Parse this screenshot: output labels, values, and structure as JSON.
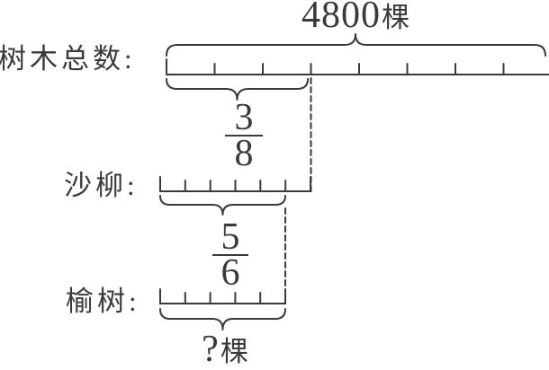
{
  "diagram": {
    "type": "tape-diagram",
    "background_color": "#ffffff",
    "stroke_color": "#3a3a3a",
    "total": {
      "label": "树木总数:",
      "count_number": "4800",
      "count_unit": "棵",
      "segments": 8,
      "fraction": {
        "numerator": "3",
        "denominator": "8",
        "segments_covered": 3
      }
    },
    "willow": {
      "label": "沙柳:",
      "segments": 6,
      "fraction": {
        "numerator": "5",
        "denominator": "6",
        "segments_covered": 5
      }
    },
    "elm": {
      "label": "榆树:",
      "segments": 5,
      "question_mark": "?",
      "question_unit": "棵"
    }
  }
}
